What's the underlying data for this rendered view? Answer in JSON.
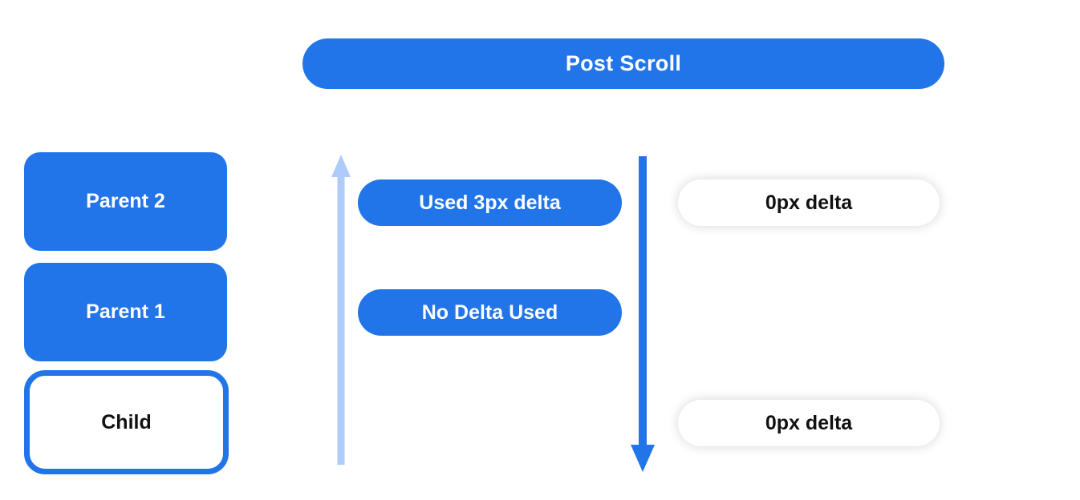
{
  "diagram": {
    "title": "Post Scroll",
    "colors": {
      "primary_blue": "#2175e8",
      "light_blue": "#aecbfa",
      "text_dark": "#111111",
      "white_pill_bg": "#ffffff"
    },
    "left_column": {
      "boxes": [
        {
          "label": "Parent 2",
          "variant": "filled-blue"
        },
        {
          "label": "Parent 1",
          "variant": "filled-blue"
        },
        {
          "label": "Child",
          "variant": "white-blue-outline"
        }
      ]
    },
    "middle_column": {
      "arrow": {
        "name": "up-arrow",
        "direction": "up",
        "color": "#aecbfa"
      },
      "pills": [
        {
          "label": "Used 3px delta"
        },
        {
          "label": "No Delta Used"
        }
      ]
    },
    "right_column": {
      "arrow": {
        "name": "down-arrow",
        "direction": "down",
        "color": "#2175e8"
      },
      "pills": [
        {
          "label": "0px delta"
        },
        {
          "label": "0px delta"
        }
      ]
    }
  }
}
